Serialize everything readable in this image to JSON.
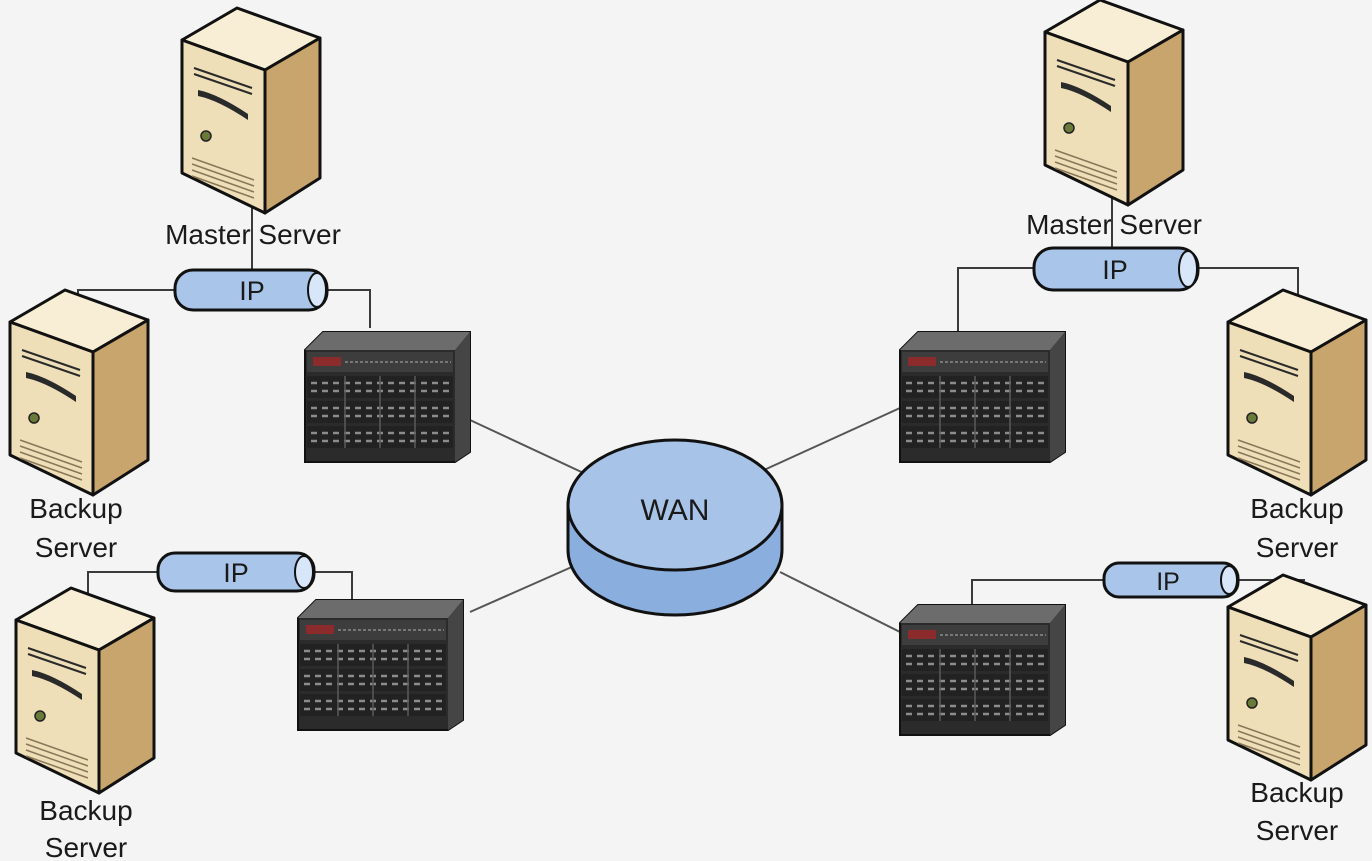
{
  "labels": {
    "wan": "WAN",
    "ip": "IP",
    "master_server": "Master Server",
    "backup_line1": "Backup",
    "backup_line2": "Server"
  },
  "colors": {
    "background": "#f4f4f4",
    "tower_front": "#efdfb9",
    "tower_side": "#c7a36d",
    "tower_top": "#f8eed6",
    "pipe": "#a9c6ea",
    "wan_top": "#a7c3e7",
    "wan_side": "#8aaede",
    "rack": "#2c2c2c",
    "outline": "#111111"
  },
  "icons": {
    "tower_server": "server-tower-icon",
    "rack_server": "rack-server-icon",
    "ip_pipe": "ip-pipe-icon",
    "wan_cloud": "wan-cylinder-icon"
  }
}
